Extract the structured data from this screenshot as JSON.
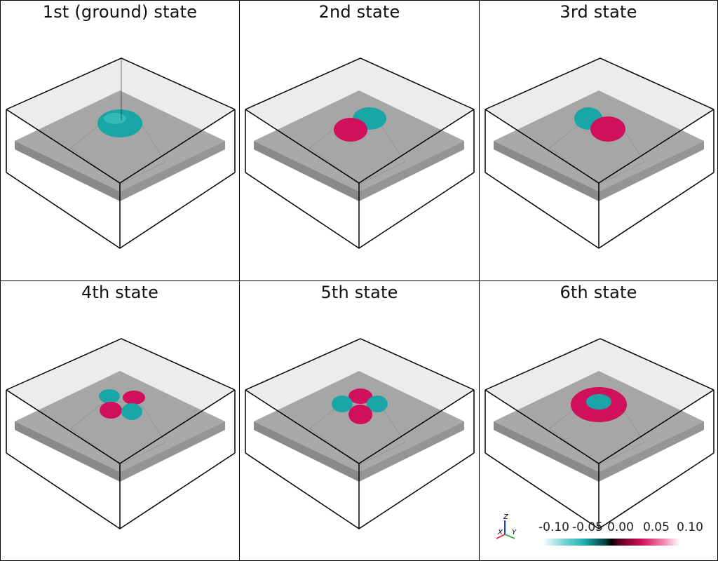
{
  "panels": [
    {
      "title": "1st (ground) state",
      "state": "ground"
    },
    {
      "title": "2nd state",
      "state": "2"
    },
    {
      "title": "3rd state",
      "state": "3"
    },
    {
      "title": "4th state",
      "state": "4"
    },
    {
      "title": "5th state",
      "state": "5"
    },
    {
      "title": "6th state",
      "state": "6"
    }
  ],
  "colorbar": {
    "ticks": [
      "-0.10",
      "-0.05",
      "0.00",
      "0.05",
      "0.10"
    ],
    "colors": {
      "negative": "#1fb0b0",
      "zero": "#000000",
      "positive": "#d0105a",
      "extreme_neg": "#ffffff",
      "extreme_pos": "#ffffff"
    }
  },
  "axes_widget": {
    "x": "X",
    "y": "Y",
    "z": "Z"
  },
  "colors": {
    "box_edge": "#000000",
    "slab": "#8a8a8a",
    "box_fill": "#d9d9d9",
    "positive_lobe": "#d0105a",
    "negative_lobe": "#1aa6a6"
  }
}
